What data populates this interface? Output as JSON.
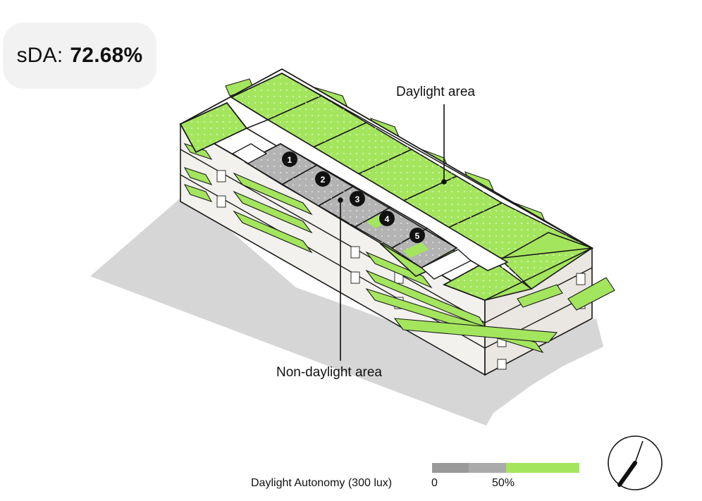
{
  "sda": {
    "label": "sDA:",
    "value": "72.68%"
  },
  "callouts": {
    "daylight": "Daylight area",
    "non_daylight": "Non-daylight area"
  },
  "zones": [
    {
      "id": "1"
    },
    {
      "id": "2"
    },
    {
      "id": "3"
    },
    {
      "id": "4"
    },
    {
      "id": "5"
    }
  ],
  "legend": {
    "title": "Daylight Autonomy (300 lux)",
    "tick_min": "0",
    "tick_mid": "50%",
    "colors": {
      "low": "#999999",
      "mid": "#aaaaaa",
      "high": "#a4e55e"
    }
  },
  "colors": {
    "daylight_fill": "#a4e55e",
    "non_daylight_fill": "#b3b3b3",
    "shadow": "#d6d6d6",
    "outline": "#1a1a1a",
    "facade": "#f3f1ed"
  },
  "icons": {
    "north_arrow": "north-arrow-icon"
  }
}
